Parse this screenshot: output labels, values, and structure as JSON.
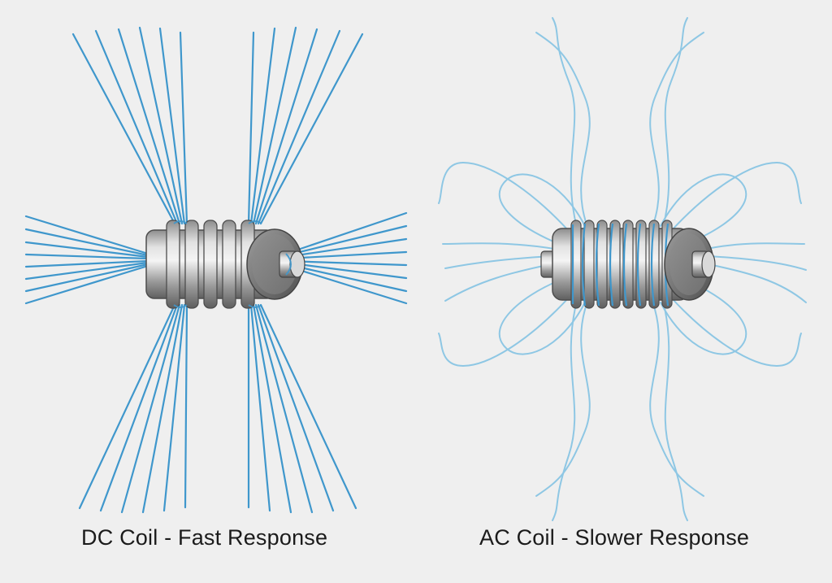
{
  "captions": {
    "dc": "DC Coil - Fast Response",
    "ac": "AC Coil - Slower Response"
  },
  "colors": {
    "background": "#efefef",
    "dc_field_line": "#3f97cc",
    "ac_field_line": "#8ec7e4",
    "metal_light": "#dcdcdc",
    "metal_dark": "#5f5f5f",
    "caption_text": "#1b1b1b"
  },
  "panels": [
    {
      "id": "dc",
      "field_style": "straight-radial"
    },
    {
      "id": "ac",
      "field_style": "looping-diffuse"
    }
  ]
}
